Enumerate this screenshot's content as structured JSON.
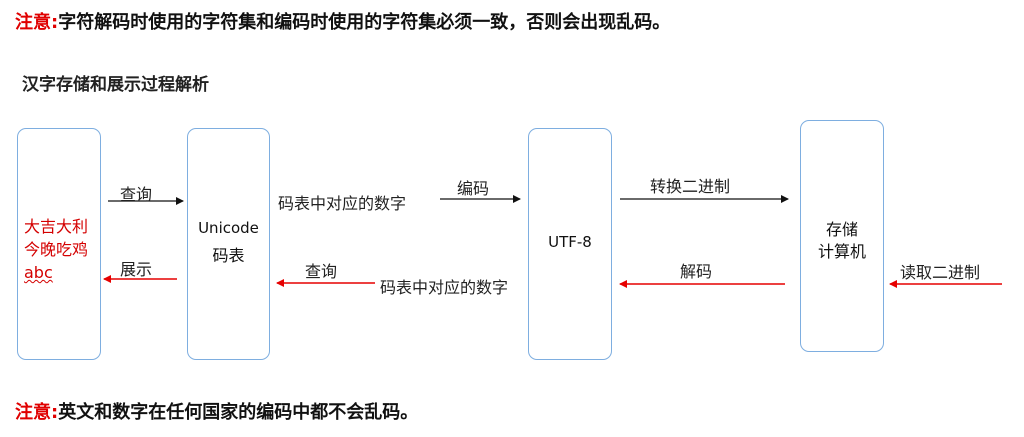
{
  "notes": {
    "top": {
      "prefix": "注意:",
      "text": "字符解码时使用的字符集和编码时使用的字符集必须一致，否则会出现乱码。"
    },
    "bottom": {
      "prefix": "注意:",
      "text": "英文和数字在任何国家的编码中都不会乱码。"
    }
  },
  "section_title": "汉字存储和展示过程解析",
  "boxes": {
    "chars": {
      "line1": "大吉大利",
      "line2": "今晚吃鸡",
      "line3": "abc"
    },
    "unicode": {
      "line1": "Unicode",
      "line2": "码表"
    },
    "utf8": {
      "label": "UTF-8"
    },
    "storage": {
      "line1": "存储",
      "line2": "计算机"
    }
  },
  "labels": {
    "query_forward": "查询",
    "display": "展示",
    "code_number_top": "码表中对应的数字",
    "encode": "编码",
    "convert_binary": "转换二进制",
    "query_back": "查询",
    "code_number_bottom": "码表中对应的数字",
    "decode": "解码",
    "read_binary": "读取二进制"
  },
  "colors": {
    "accent_red": "#e00000",
    "box_border": "#7eaee0",
    "arrow_black": "#111111",
    "arrow_red": "#e60000"
  }
}
